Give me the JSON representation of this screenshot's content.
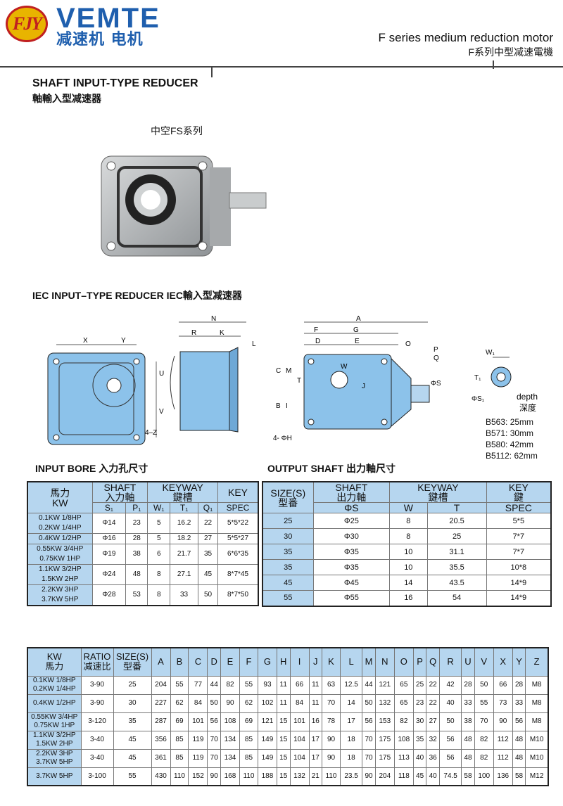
{
  "header": {
    "logo_mark": "FJY",
    "brand": "VEMTE",
    "brand_cn": "减速机 电机",
    "series_en": "F series medium reduction motor",
    "series_cn": "F系列中型减速電機"
  },
  "shaft_input": {
    "title": "SHAFT INPUT-TYPE REDUCER",
    "title_cn": "軸輸入型减速器",
    "caption": "中空FS系列"
  },
  "iec": {
    "title": "IEC INPUT–TYPE  REDUCER  IEC輸入型减速器"
  },
  "labels": {
    "x": "X",
    "y": "Y",
    "u": "U",
    "v": "V",
    "z": "4–Z",
    "n": "N",
    "r": "R",
    "k": "K",
    "l": "L",
    "a": "A",
    "f": "F",
    "g": "G",
    "d": "D",
    "e": "E",
    "o": "O",
    "p": "P",
    "q": "Q",
    "w": "W",
    "c": "C",
    "m": "M",
    "b": "B",
    "i": "I",
    "t": "T",
    "j": "J",
    "phis": "ΦS",
    "h": "4- ΦH",
    "w1": "W₁",
    "t1": "T₁",
    "s1": "ΦS₁",
    "depth": "depth",
    "depth_cn": "深度"
  },
  "depth_list": [
    "B563: 25mm",
    "B571: 30mm",
    "B580: 42mm",
    "B5112: 62mm"
  ],
  "input_bore": {
    "title": "INPUT  BORE  入力孔尺寸",
    "head": {
      "kw": "馬力",
      "kw2": "KW",
      "shaft": "SHAFT",
      "shaft_cn": "入力軸",
      "keyway": "KEYWAY",
      "keyway_cn": "鍵槽",
      "key": "KEY",
      "spec": "SPEC",
      "s1": "S₁",
      "p1": "P₁",
      "w1": "W₁",
      "t1": "T₁",
      "q1": "Q₁"
    },
    "rows": [
      {
        "kw1": "0.1KW 1/8HP",
        "kw2": "0.2KW 1/4HP",
        "s": "Φ14",
        "p": "23",
        "w": "5",
        "t": "16.2",
        "q": "22",
        "spec": "5*5*22"
      },
      {
        "kw1": "0.4KW 1/2HP",
        "kw2": "",
        "s": "Φ16",
        "p": "28",
        "w": "5",
        "t": "18.2",
        "q": "27",
        "spec": "5*5*27"
      },
      {
        "kw1": "0.55KW 3/4HP",
        "kw2": "0.75KW 1HP",
        "s": "Φ19",
        "p": "38",
        "w": "6",
        "t": "21.7",
        "q": "35",
        "spec": "6*6*35"
      },
      {
        "kw1": "1.1KW 3/2HP",
        "kw2": "1.5KW 2HP",
        "s": "Φ24",
        "p": "48",
        "w": "8",
        "t": "27.1",
        "q": "45",
        "spec": "8*7*45"
      },
      {
        "kw1": "2.2KW 3HP",
        "kw2": "3.7KW 5HP",
        "s": "Φ28",
        "p": "53",
        "w": "8",
        "t": "33",
        "q": "50",
        "spec": "8*7*50"
      }
    ]
  },
  "output_shaft": {
    "title": "OUTPUT  SHAFT   出力軸尺寸",
    "head": {
      "size": "SIZE(S)",
      "size_cn": "型番",
      "shaft": "SHAFT",
      "shaft_cn": "出力軸",
      "keyway": "KEYWAY",
      "keyway_cn": "鍵槽",
      "key": "KEY",
      "key_cn": "鍵",
      "s": "ΦS",
      "w": "W",
      "t": "T",
      "spec": "SPEC"
    },
    "rows": [
      {
        "size": "25",
        "s": "Φ25",
        "w": "8",
        "t": "20.5",
        "spec": "5*5"
      },
      {
        "size": "30",
        "s": "Φ30",
        "w": "8",
        "t": "25",
        "spec": "7*7"
      },
      {
        "size": "35",
        "s": "Φ35",
        "w": "10",
        "t": "31.1",
        "spec": "7*7"
      },
      {
        "size": "35",
        "s": "Φ35",
        "w": "10",
        "t": "35.5",
        "spec": "10*8"
      },
      {
        "size": "45",
        "s": "Φ45",
        "w": "14",
        "t": "43.5",
        "spec": "14*9"
      },
      {
        "size": "55",
        "s": "Φ55",
        "w": "16",
        "t": "54",
        "spec": "14*9"
      }
    ]
  },
  "dimensions": {
    "head": {
      "kw": "KW",
      "kw_cn": "馬力",
      "ratio": "RATIO",
      "ratio_cn": "减速比",
      "size": "SIZE(S)",
      "size_cn": "型番"
    },
    "cols": [
      "A",
      "B",
      "C",
      "D",
      "E",
      "F",
      "G",
      "H",
      "I",
      "J",
      "K",
      "L",
      "M",
      "N",
      "O",
      "P",
      "Q",
      "R",
      "U",
      "V",
      "X",
      "Y",
      "Z"
    ],
    "rows": [
      {
        "kw1": "0.1KW 1/8HP",
        "kw2": "0.2KW 1/4HP",
        "ratio": "3-90",
        "size": "25",
        "v": [
          "204",
          "55",
          "77",
          "44",
          "82",
          "55",
          "93",
          "11",
          "66",
          "11",
          "63",
          "12.5",
          "44",
          "121",
          "65",
          "25",
          "22",
          "42",
          "28",
          "50",
          "66",
          "28",
          "M8"
        ]
      },
      {
        "kw1": "0.4KW 1/2HP",
        "kw2": "",
        "ratio": "3-90",
        "size": "30",
        "v": [
          "227",
          "62",
          "84",
          "50",
          "90",
          "62",
          "102",
          "11",
          "84",
          "11",
          "70",
          "14",
          "50",
          "132",
          "65",
          "23",
          "22",
          "40",
          "33",
          "55",
          "73",
          "33",
          "M8"
        ]
      },
      {
        "kw1": "0.55KW 3/4HP",
        "kw2": "0.75KW 1HP",
        "ratio": "3-120",
        "size": "35",
        "v": [
          "287",
          "69",
          "101",
          "56",
          "108",
          "69",
          "121",
          "15",
          "101",
          "16",
          "78",
          "17",
          "56",
          "153",
          "82",
          "30",
          "27",
          "50",
          "38",
          "70",
          "90",
          "56",
          "M8"
        ]
      },
      {
        "kw1": "1.1KW 3/2HP",
        "kw2": "1.5KW 2HP",
        "ratio": "3-40",
        "size": "45",
        "v": [
          "356",
          "85",
          "119",
          "70",
          "134",
          "85",
          "149",
          "15",
          "104",
          "17",
          "90",
          "18",
          "70",
          "175",
          "108",
          "35",
          "32",
          "56",
          "48",
          "82",
          "112",
          "48",
          "M10"
        ]
      },
      {
        "kw1": "2.2KW 3HP",
        "kw2": "3.7KW 5HP",
        "ratio": "3-40",
        "size": "45",
        "v": [
          "361",
          "85",
          "119",
          "70",
          "134",
          "85",
          "149",
          "15",
          "104",
          "17",
          "90",
          "18",
          "70",
          "175",
          "113",
          "40",
          "36",
          "56",
          "48",
          "82",
          "112",
          "48",
          "M10"
        ]
      },
      {
        "kw1": "3.7KW 5HP",
        "kw2": "",
        "ratio": "3-100",
        "size": "55",
        "v": [
          "430",
          "110",
          "152",
          "90",
          "168",
          "110",
          "188",
          "15",
          "132",
          "21",
          "110",
          "23.5",
          "90",
          "204",
          "118",
          "45",
          "40",
          "74.5",
          "58",
          "100",
          "136",
          "58",
          "M12"
        ]
      }
    ]
  }
}
